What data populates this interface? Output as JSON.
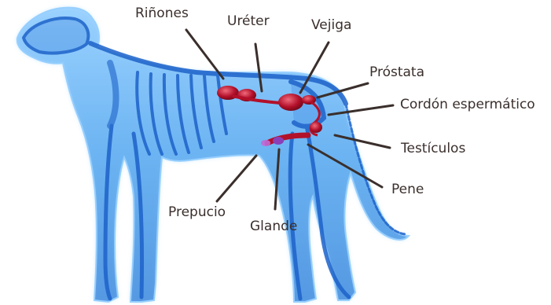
{
  "labels": {
    "rinones": "Riñones",
    "ureter": "Uréter",
    "vejiga": "Vejiga",
    "prostata": "Próstata",
    "cordon": "Cordón espermático",
    "testiculos": "Testículos",
    "pene": "Pene",
    "prepucio": "Prepucio",
    "glande": "Glande"
  },
  "colors": {
    "body_fill": "#5aaef0",
    "body_glow": "#9fd6ff",
    "bone": "#1d62c9",
    "organ": "#b3102a",
    "organ_highlight": "#e8576b",
    "pointer": "#3a2f2c",
    "text": "#3a2f2c"
  }
}
